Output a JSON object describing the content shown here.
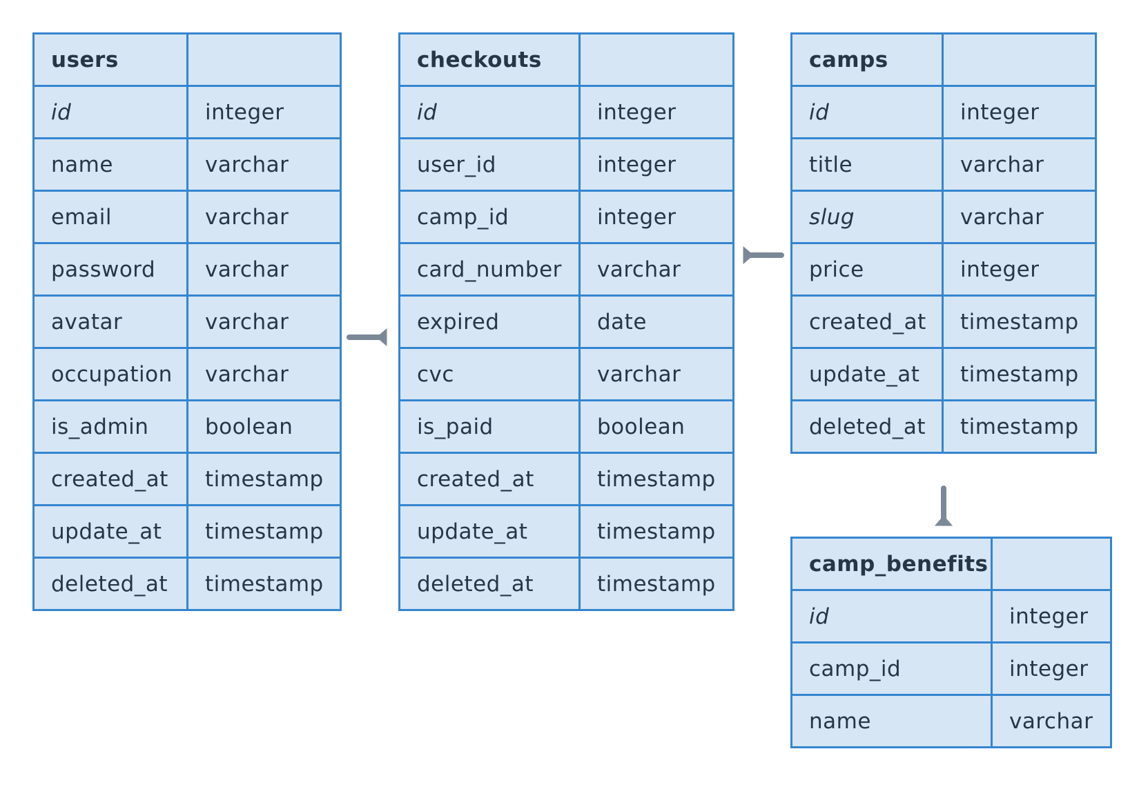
{
  "colors": {
    "table_fill": "#d6e6f5",
    "table_border": "#3585cf",
    "text": "#263646",
    "relation": "#7b8896"
  },
  "tables": {
    "users": {
      "name": "users",
      "columns": [
        {
          "field": "id",
          "type": "integer",
          "key": true
        },
        {
          "field": "name",
          "type": "varchar"
        },
        {
          "field": "email",
          "type": "varchar"
        },
        {
          "field": "password",
          "type": "varchar"
        },
        {
          "field": "avatar",
          "type": "varchar"
        },
        {
          "field": "occupation",
          "type": "varchar"
        },
        {
          "field": "is_admin",
          "type": "boolean"
        },
        {
          "field": "created_at",
          "type": "timestamp"
        },
        {
          "field": "update_at",
          "type": "timestamp"
        },
        {
          "field": "deleted_at",
          "type": "timestamp"
        }
      ]
    },
    "checkouts": {
      "name": "checkouts",
      "columns": [
        {
          "field": "id",
          "type": "integer",
          "key": true
        },
        {
          "field": "user_id",
          "type": "integer"
        },
        {
          "field": "camp_id",
          "type": "integer"
        },
        {
          "field": "card_number",
          "type": "varchar"
        },
        {
          "field": "expired",
          "type": "date"
        },
        {
          "field": "cvc",
          "type": "varchar"
        },
        {
          "field": "is_paid",
          "type": "boolean"
        },
        {
          "field": "created_at",
          "type": "timestamp"
        },
        {
          "field": "update_at",
          "type": "timestamp"
        },
        {
          "field": "deleted_at",
          "type": "timestamp"
        }
      ]
    },
    "camps": {
      "name": "camps",
      "columns": [
        {
          "field": "id",
          "type": "integer",
          "key": true
        },
        {
          "field": "title",
          "type": "varchar"
        },
        {
          "field": "slug",
          "type": "varchar",
          "key": true
        },
        {
          "field": "price",
          "type": "integer"
        },
        {
          "field": "created_at",
          "type": "timestamp"
        },
        {
          "field": "update_at",
          "type": "timestamp"
        },
        {
          "field": "deleted_at",
          "type": "timestamp"
        }
      ]
    },
    "camp_benefits": {
      "name": "camp_benefits",
      "columns": [
        {
          "field": "id",
          "type": "integer",
          "key": true
        },
        {
          "field": "camp_id",
          "type": "integer"
        },
        {
          "field": "name",
          "type": "varchar"
        }
      ]
    }
  },
  "relations": [
    {
      "from": "users",
      "to": "checkouts"
    },
    {
      "from": "camps",
      "to": "checkouts"
    },
    {
      "from": "camps",
      "to": "camp_benefits"
    }
  ]
}
